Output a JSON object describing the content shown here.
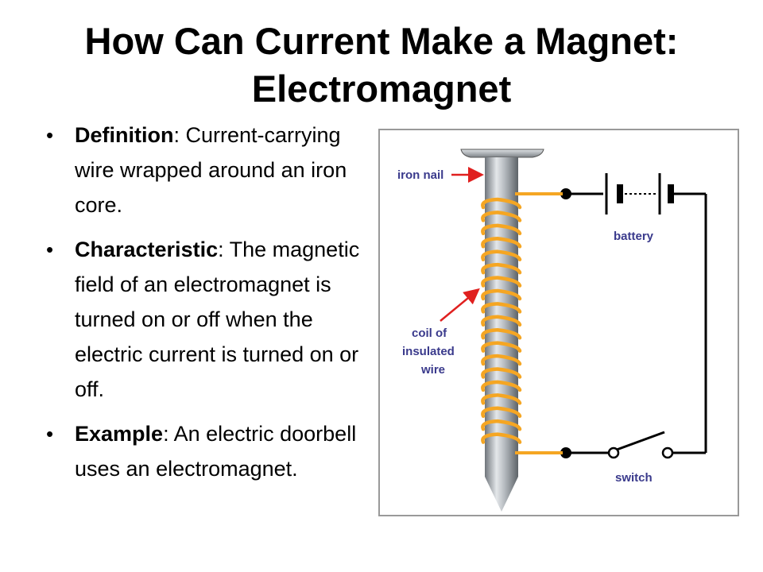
{
  "slide": {
    "title_line1": "How Can Current Make a Magnet:",
    "title_line2": "Electromagnet"
  },
  "bullets": [
    {
      "term": "Definition",
      "text": ": Current-carrying wire wrapped around an iron core."
    },
    {
      "term": "Characteristic",
      "text": ": The magnetic field of an electromagnet is turned on or off when the electric current is turned on or off."
    },
    {
      "term": "Example",
      "text": ": An electric doorbell uses an electromagnet."
    }
  ],
  "diagram": {
    "label_iron_nail": "iron nail",
    "label_battery": "battery",
    "label_coil_1": "coil of",
    "label_coil_2": "insulated",
    "label_coil_3": "wire",
    "label_switch": "switch",
    "colors": {
      "wire": "#f5a623",
      "arrow": "#e0201f",
      "label": "#3a3a8c",
      "nail": "#9ea3a8",
      "frame": "#999999"
    }
  }
}
